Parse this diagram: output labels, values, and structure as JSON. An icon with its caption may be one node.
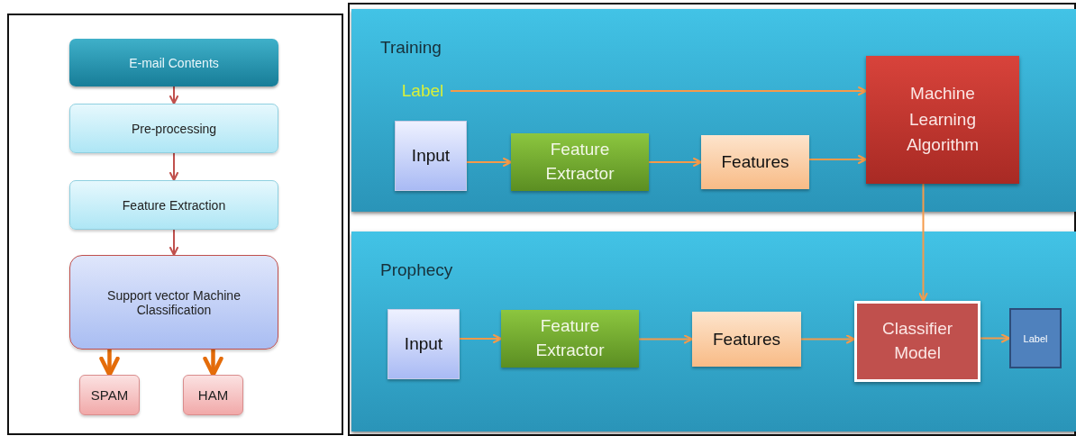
{
  "diagram": {
    "nodes": [
      {
        "text": [
          "E-mail Contents"
        ]
      },
      {
        "text": [
          "Pre-processing"
        ]
      },
      {
        "text": [
          "Feature Extraction"
        ]
      },
      {
        "text": [
          "Support vector Machine Classification"
        ]
      },
      {
        "text": [
          "SPAM"
        ]
      },
      {
        "text": [
          "HAM"
        ]
      },
      {
        "text": [
          "Training"
        ]
      },
      {
        "text": [
          "Label"
        ],
        "in": 6
      },
      {
        "text": [
          "Input"
        ],
        "in": 6
      },
      {
        "text": [
          "Feature Extractor"
        ],
        "in": 6
      },
      {
        "text": [
          "Features"
        ],
        "in": 6
      },
      {
        "text": [
          "Machine Learning Algorithm"
        ],
        "in": 6
      },
      {
        "text": [
          "Prophecy"
        ]
      },
      {
        "text": [
          "Input"
        ],
        "in": 12
      },
      {
        "text": [
          "Feature Extractor"
        ],
        "in": 12
      },
      {
        "text": [
          "Features"
        ],
        "in": 12
      },
      {
        "text": [
          "Classifier Model"
        ],
        "in": 12
      },
      {
        "text": [
          "Label"
        ],
        "in": 12
      }
    ],
    "edges": [
      {
        "from": 0,
        "to": 1,
        "arrow": "to",
        "color": "#c0504d"
      },
      {
        "from": 1,
        "to": 2,
        "arrow": "to",
        "color": "#c0504d"
      },
      {
        "from": 2,
        "to": 3,
        "arrow": "to",
        "color": "#c0504d"
      },
      {
        "from": 3,
        "to": 4,
        "arrow": "to",
        "style": "thick",
        "color": "#e46c0a"
      },
      {
        "from": 3,
        "to": 5,
        "arrow": "to",
        "style": "thick",
        "color": "#e46c0a"
      },
      {
        "from": 7,
        "to": 11,
        "arrow": "to"
      },
      {
        "from": 8,
        "to": 9,
        "arrow": "to"
      },
      {
        "from": 9,
        "to": 10,
        "arrow": "to"
      },
      {
        "from": 10,
        "to": 11,
        "arrow": "to"
      },
      {
        "from": 11,
        "to": 16,
        "arrow": "to"
      },
      {
        "from": 13,
        "to": 14,
        "arrow": "to"
      },
      {
        "from": 14,
        "to": 15,
        "arrow": "to"
      },
      {
        "from": 15,
        "to": 16,
        "arrow": "to"
      },
      {
        "from": 16,
        "to": 17,
        "arrow": "to"
      }
    ]
  }
}
